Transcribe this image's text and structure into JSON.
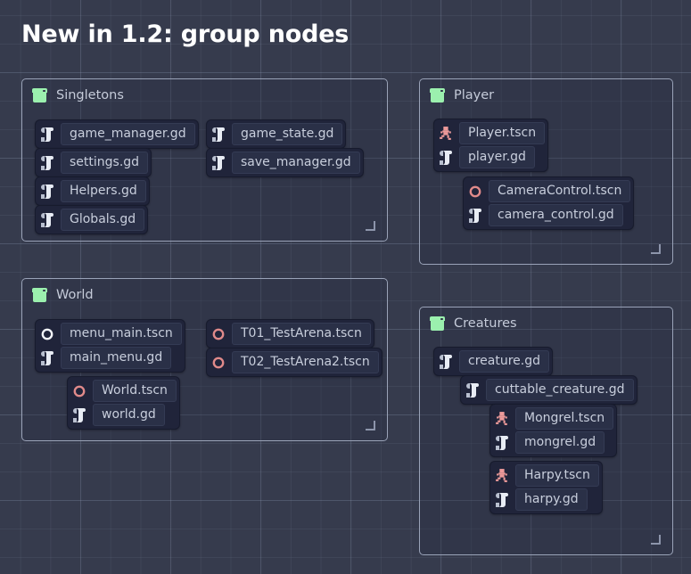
{
  "page": {
    "title": "New in 1.2: group nodes",
    "background_color": "#363b4d",
    "grid_line_color": "#434a5e",
    "accent_group_color": "#9bf0ae",
    "accent_scene_color": "#ed9a9a",
    "accent_script_color": "#e0e4ee"
  },
  "groups": [
    {
      "name": "singletons",
      "label": "Singletons",
      "icon": "group-icon",
      "nodes": [
        {
          "name": "game-manager",
          "rows": [
            {
              "icon": "script-icon",
              "label": "game_manager.gd"
            }
          ]
        },
        {
          "name": "settings",
          "rows": [
            {
              "icon": "script-icon",
              "label": "settings.gd"
            }
          ]
        },
        {
          "name": "helpers",
          "rows": [
            {
              "icon": "script-icon",
              "label": "Helpers.gd"
            }
          ]
        },
        {
          "name": "globals",
          "rows": [
            {
              "icon": "script-icon",
              "label": "Globals.gd"
            }
          ]
        },
        {
          "name": "game-state",
          "rows": [
            {
              "icon": "script-icon",
              "label": "game_state.gd"
            }
          ]
        },
        {
          "name": "save-manager",
          "rows": [
            {
              "icon": "script-icon",
              "label": "save_manager.gd"
            }
          ]
        }
      ]
    },
    {
      "name": "player",
      "label": "Player",
      "icon": "group-icon",
      "nodes": [
        {
          "name": "player-scene",
          "rows": [
            {
              "icon": "character-icon",
              "label": "Player.tscn"
            },
            {
              "icon": "script-icon",
              "label": "player.gd"
            }
          ]
        },
        {
          "name": "camera-control",
          "rows": [
            {
              "icon": "node-ring-icon",
              "label": "CameraControl.tscn"
            },
            {
              "icon": "script-icon",
              "label": "camera_control.gd"
            }
          ]
        }
      ]
    },
    {
      "name": "world",
      "label": "World",
      "icon": "group-icon",
      "nodes": [
        {
          "name": "menu-main",
          "rows": [
            {
              "icon": "node-ring-white-icon",
              "label": "menu_main.tscn"
            },
            {
              "icon": "script-icon",
              "label": "main_menu.gd"
            }
          ]
        },
        {
          "name": "world-scene",
          "rows": [
            {
              "icon": "node-ring-icon",
              "label": "World.tscn"
            },
            {
              "icon": "script-icon",
              "label": "world.gd"
            }
          ]
        },
        {
          "name": "test-arena-1",
          "rows": [
            {
              "icon": "node-ring-icon",
              "label": "T01_TestArena.tscn"
            }
          ]
        },
        {
          "name": "test-arena-2",
          "rows": [
            {
              "icon": "node-ring-icon",
              "label": "T02_TestArena2.tscn"
            }
          ]
        }
      ]
    },
    {
      "name": "creatures",
      "label": "Creatures",
      "icon": "group-icon",
      "nodes": [
        {
          "name": "creature",
          "rows": [
            {
              "icon": "script-icon",
              "label": "creature.gd"
            }
          ]
        },
        {
          "name": "cuttable-creature",
          "rows": [
            {
              "icon": "script-icon",
              "label": "cuttable_creature.gd"
            }
          ]
        },
        {
          "name": "mongrel",
          "rows": [
            {
              "icon": "character-icon",
              "label": "Mongrel.tscn"
            },
            {
              "icon": "script-icon",
              "label": "mongrel.gd"
            }
          ]
        },
        {
          "name": "harpy",
          "rows": [
            {
              "icon": "character-icon",
              "label": "Harpy.tscn"
            },
            {
              "icon": "script-icon",
              "label": "harpy.gd"
            }
          ]
        }
      ]
    }
  ]
}
